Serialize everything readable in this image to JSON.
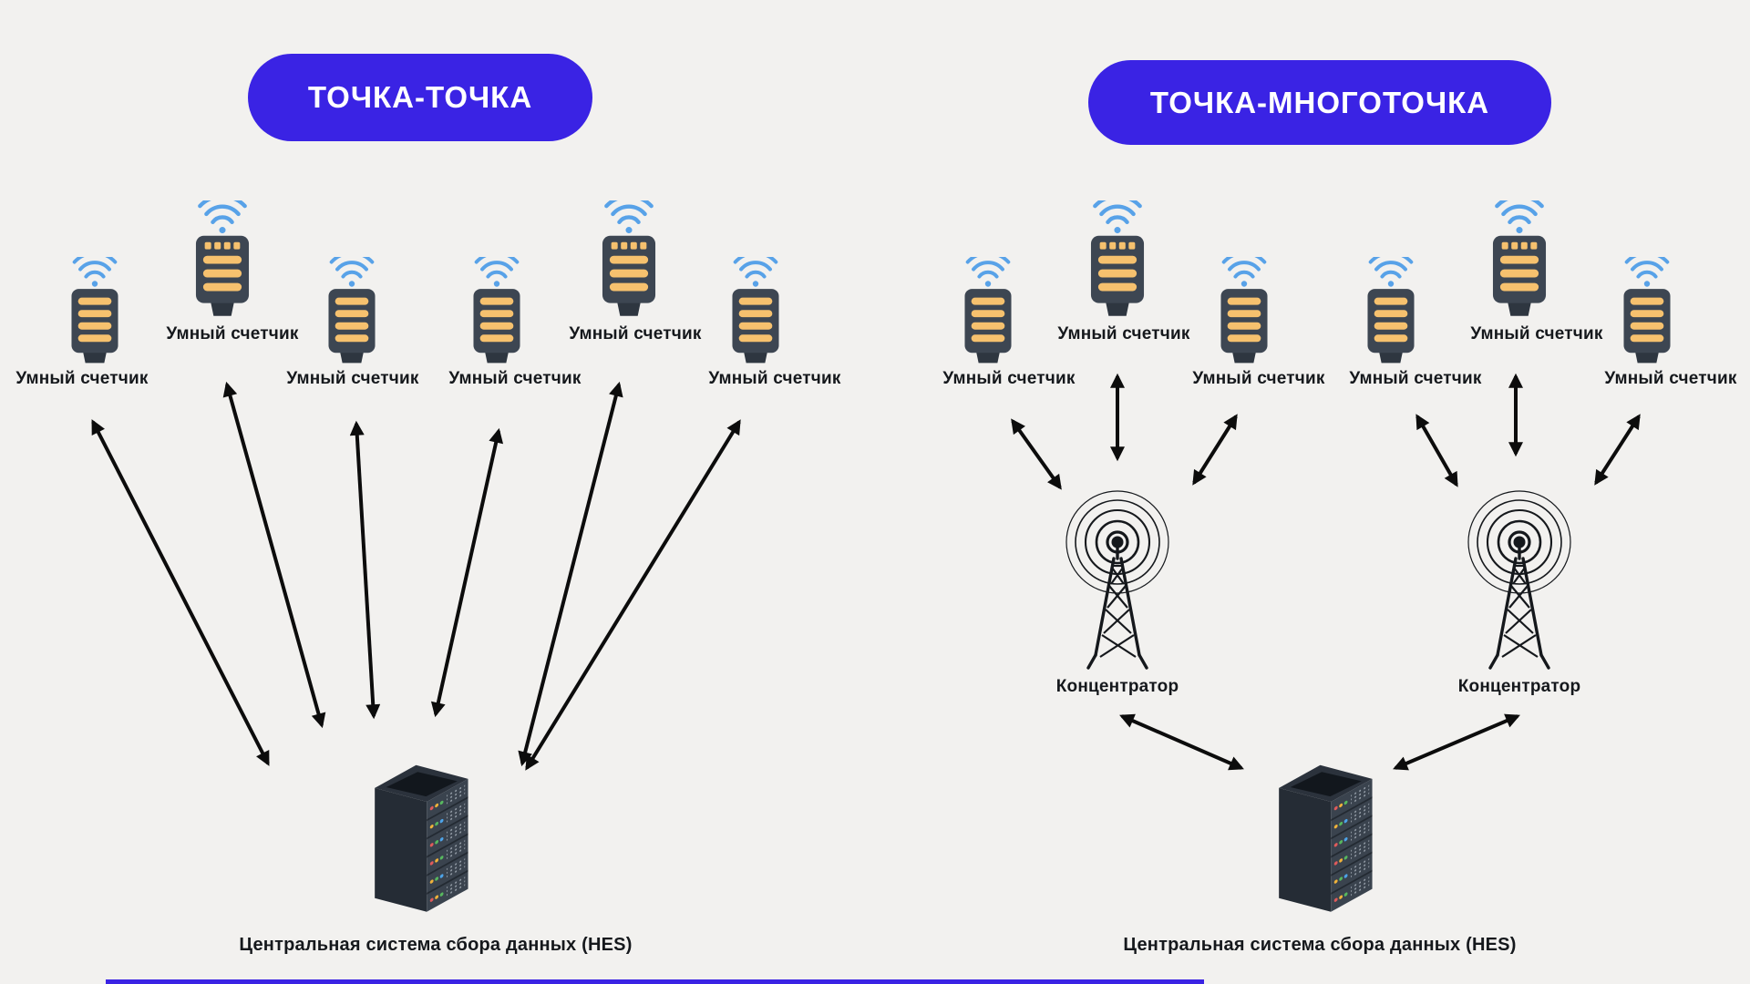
{
  "colors": {
    "background": "#f2f1ef",
    "accent": "#3a23e4",
    "title_text": "#ffffff",
    "label": "#15181c",
    "arrow": "#0c0c0c",
    "wifi": "#58a2e8",
    "meter_body": "#3d4652",
    "meter_base": "#2e3640",
    "meter_bars": "#f6c16e",
    "tower": "#15181c",
    "server_front": "#3a434e",
    "server_side": "#252c35",
    "server_top": "#2b323c",
    "server_well": "#12171d",
    "led_red": "#e05b5b",
    "led_yellow": "#f0b23a",
    "led_green": "#57b75f",
    "led_blue": "#4da3e8"
  },
  "icons": {
    "wifi-icon": "three blue signal arcs with dot",
    "smart-meter-icon": "dark meter body with orange indicator bars",
    "concentrator-icon": "radio lattice tower with concentric signal ripples",
    "server-rack-icon": "isometric dark server tower with colored LEDs and vent dots"
  },
  "left": {
    "title": "ТОЧКА-ТОЧКА",
    "meters": [
      {
        "label": "Умный счетчик"
      },
      {
        "label": "Умный счетчик"
      },
      {
        "label": "Умный счетчик"
      },
      {
        "label": "Умный счетчик"
      },
      {
        "label": "Умный счетчик"
      },
      {
        "label": "Умный счетчик"
      }
    ],
    "server_label": "Центральная система сбора данных (HES)"
  },
  "right": {
    "title": "ТОЧКА-МНОГОТОЧКА",
    "meters": [
      {
        "label": "Умный счетчик"
      },
      {
        "label": "Умный счетчик"
      },
      {
        "label": "Умный счетчик"
      },
      {
        "label": "Умный счетчик"
      },
      {
        "label": "Умный счетчик"
      },
      {
        "label": "Умный счетчик"
      }
    ],
    "concentrators": [
      {
        "label": "Концентратор"
      },
      {
        "label": "Концентратор"
      }
    ],
    "server_label": "Центральная система сбора данных (HES)"
  }
}
